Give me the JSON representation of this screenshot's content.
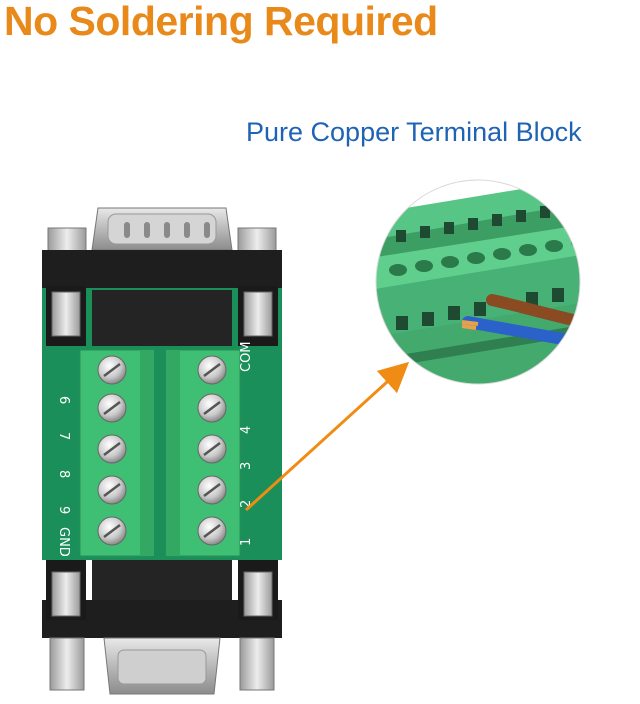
{
  "headline": "No Soldering Required",
  "subhead": "Pure Copper Terminal Block",
  "colors": {
    "headline": "#e8891a",
    "subhead": "#1f63b5",
    "pcb": "#1a8f5a",
    "terminal": "#3fbf73",
    "arrow": "#f08c14"
  },
  "pins": {
    "left": [
      "6",
      "7",
      "8",
      "9",
      "GND"
    ],
    "right": [
      "COM",
      "4",
      "3",
      "2",
      "1"
    ]
  }
}
